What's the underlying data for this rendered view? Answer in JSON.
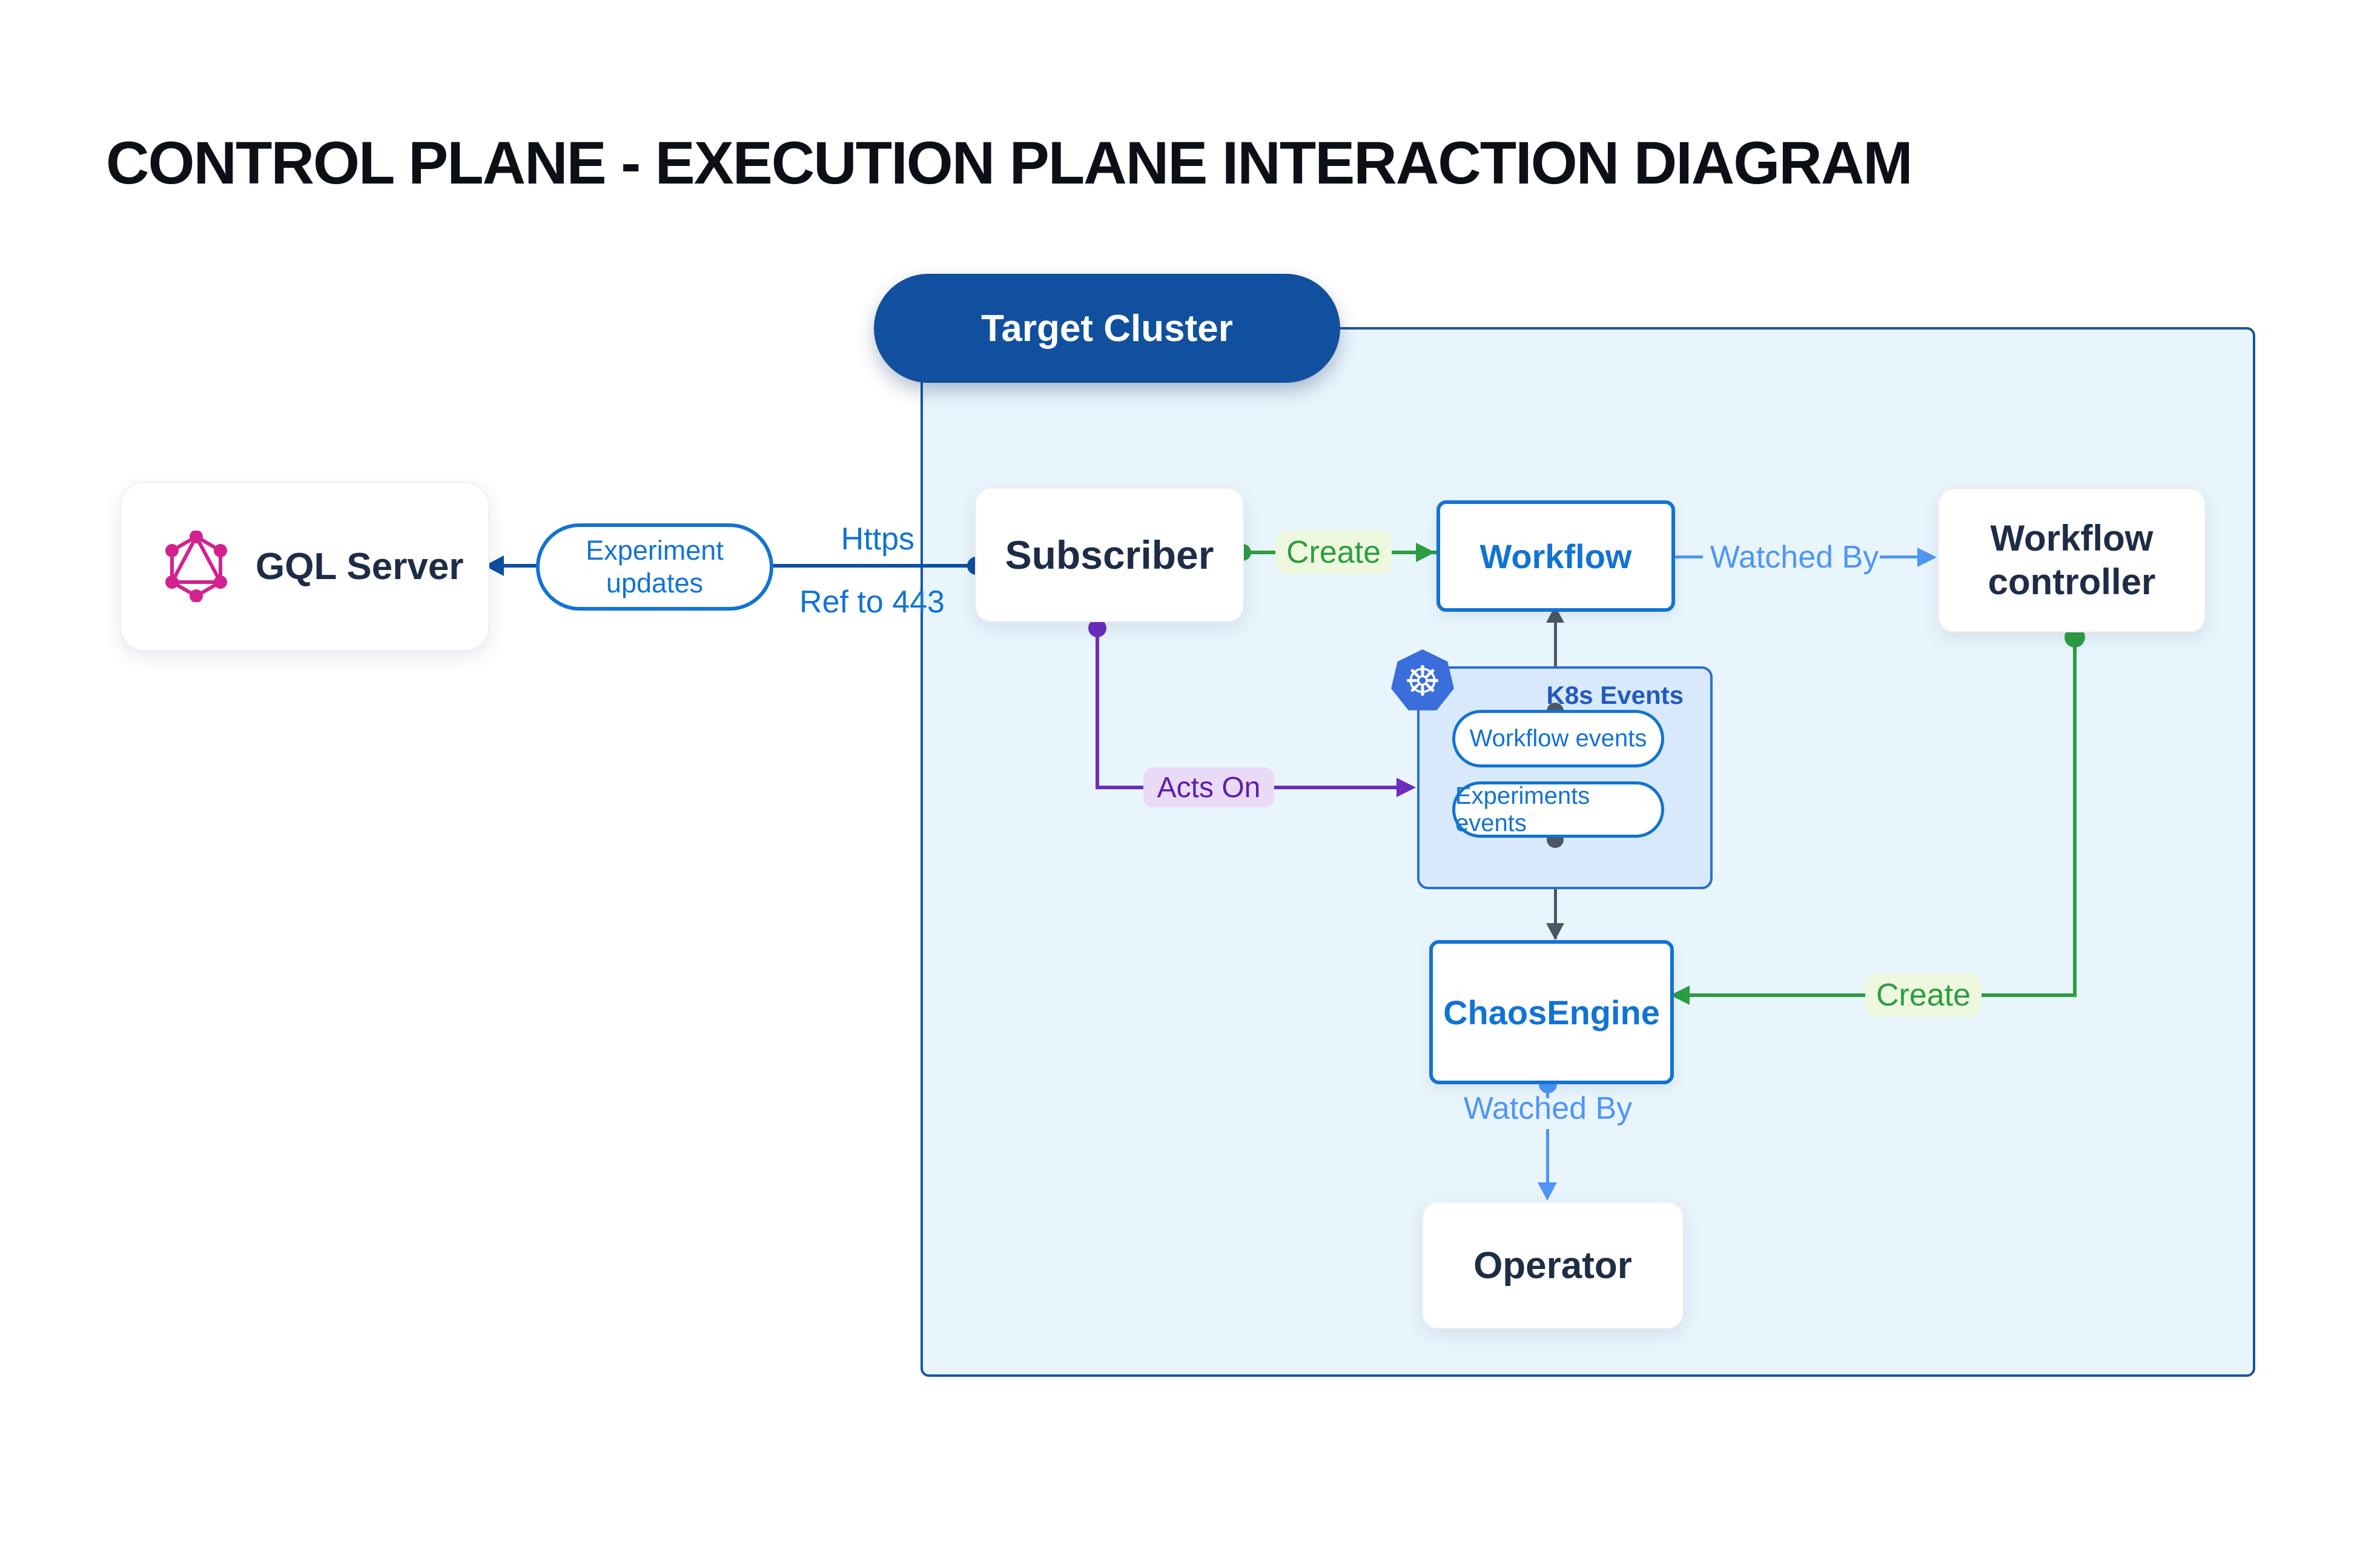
{
  "title": "CONTROL PLANE - EXECUTION PLANE INTERACTION DIAGRAM",
  "cluster": {
    "label": "Target Cluster"
  },
  "nodes": {
    "gql_server": {
      "label": "GQL Server",
      "icon": "graphql-icon"
    },
    "subscriber": {
      "label": "Subscriber"
    },
    "workflow": {
      "label": "Workflow"
    },
    "workflow_controller": {
      "label": "Workflow controller"
    },
    "chaos_engine": {
      "label": "ChaosEngine"
    },
    "operator": {
      "label": "Operator"
    },
    "k8s_events": {
      "label": "K8s Events",
      "icon": "kubernetes-icon",
      "icon_glyph": "☸",
      "pills": [
        "Workflow events",
        "Experiments events"
      ]
    }
  },
  "edges": {
    "experiment_updates": "Experiment updates",
    "https": "Https",
    "ref_to_443": "Ref to 443",
    "create_top": "Create",
    "watched_by_top": "Watched By",
    "acts_on": "Acts On",
    "create_bottom": "Create",
    "watched_by_bottom": "Watched By"
  },
  "colors": {
    "blue": "#1173d4",
    "dark_line_blue": "#0d4fa0",
    "light_blue": "#4f95f6",
    "green": "#2d9d43",
    "green_bg": "#eef8df",
    "purple": "#6d2cbe",
    "purple_text": "#5c20a8",
    "purple_bg": "#e9daf8",
    "gray": "#4e5564",
    "navy_text": "#1e2c47",
    "cluster_fill": "#e9f5fc",
    "cluster_border": "#19559f",
    "pill_bg": "#11509e",
    "k8s_fill": "#d8e9fb",
    "graphql_pink": "#d3218f",
    "k8s_badge_blue": "#3a6edb"
  }
}
